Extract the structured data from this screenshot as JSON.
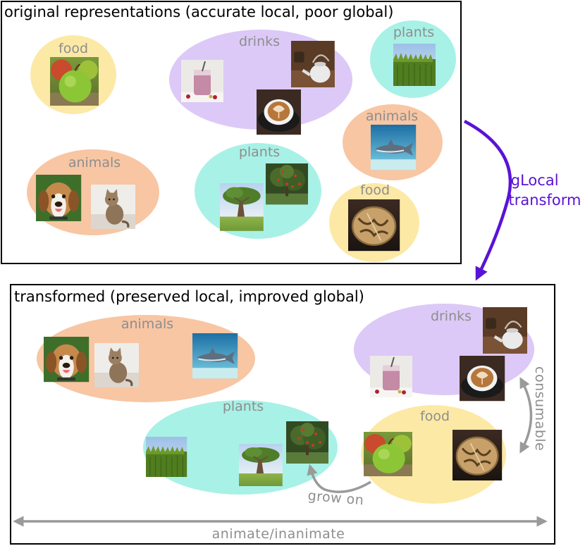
{
  "top_panel": {
    "title": "original representations (accurate local, poor global)",
    "clusters": {
      "food_a": "food",
      "drinks": "drinks",
      "plants_a": "plants",
      "animals_a": "animals",
      "animals_b": "animals",
      "plants_b": "plants",
      "food_b": "food"
    }
  },
  "transform": {
    "label_line1": "gLocal",
    "label_line2": "transform",
    "color": "#5a12d6"
  },
  "bottom_panel": {
    "title": "transformed (preserved local, improved global)",
    "clusters": {
      "animals": "animals",
      "drinks": "drinks",
      "plants": "plants",
      "food": "food"
    },
    "relations": {
      "consumable": "consumable",
      "grow_on": "grow on",
      "animate_inanimate": "animate/inanimate"
    }
  },
  "colors": {
    "food": "#fde9a6",
    "drinks": "#dcc9f7",
    "plants": "#a8f1e6",
    "animals": "#f8c6a3",
    "label_gray": "#8e8e8e",
    "arrow_gray": "#9a9a9a"
  },
  "images": [
    "apple",
    "smoothie",
    "teapot",
    "coffee",
    "corn-field",
    "shark",
    "beagle",
    "cat",
    "tree",
    "apple-tree",
    "bread"
  ]
}
